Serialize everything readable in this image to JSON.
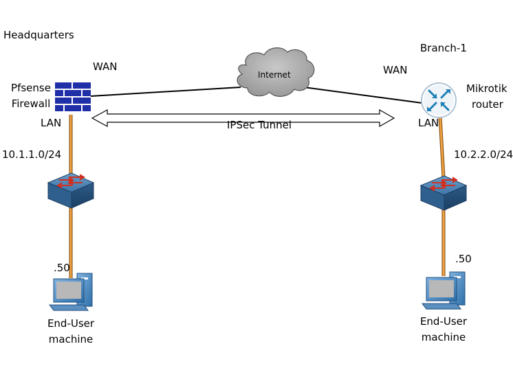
{
  "sites": {
    "hq": {
      "label": "Headquarters"
    },
    "branch": {
      "label": "Branch-1"
    }
  },
  "internet": {
    "label": "Internet"
  },
  "tunnel": {
    "label": "IPSec Tunnel"
  },
  "hq": {
    "wan_label": "WAN",
    "firewall_label_line1": "Pfsense",
    "firewall_label_line2": "Firewall",
    "lan_label": "LAN",
    "subnet": "10.1.1.0/24",
    "host_ip": ".50",
    "host_label_line1": "End-User",
    "host_label_line2": "machine"
  },
  "branch": {
    "wan_label": "WAN",
    "router_label_line1": "Mikrotik",
    "router_label_line2": "router",
    "lan_label": "LAN",
    "subnet": "10.2.2.0/24",
    "host_ip": ".50",
    "host_label_line1": "End-User",
    "host_label_line2": "machine"
  },
  "colors": {
    "firewall": "#1f2fa8",
    "router": "#1f7fb8",
    "switch": "#3a6fa0",
    "lan_cable": "#f0a040",
    "cloud": "#a6a6a6",
    "pc": "#4a8cc8"
  },
  "icons": [
    "cloud-icon",
    "firewall-icon",
    "router-icon",
    "switch-icon",
    "pc-icon"
  ]
}
